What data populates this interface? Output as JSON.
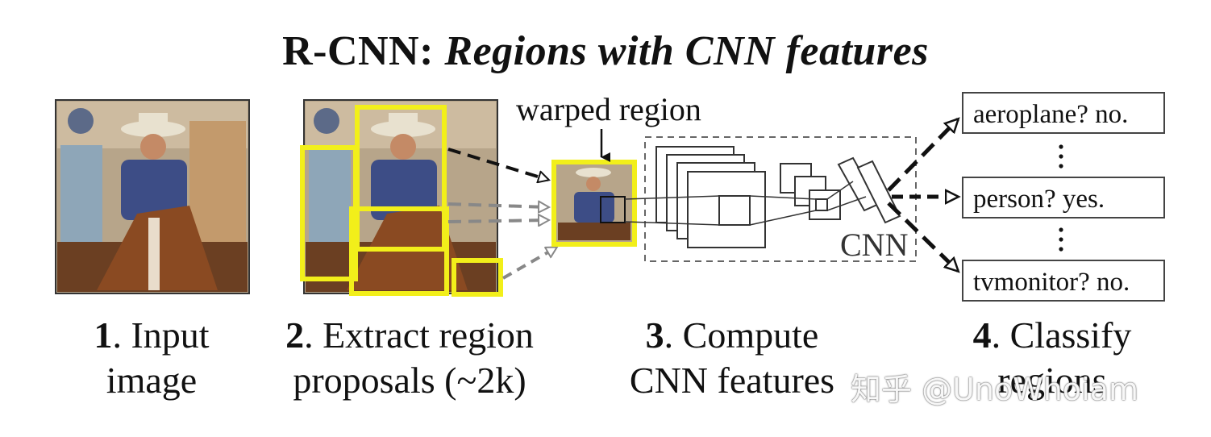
{
  "title": {
    "main": "R-CNN: ",
    "italic": "Regions with CNN features"
  },
  "warped_label": "warped region",
  "cnn_label": "CNN",
  "stages": [
    {
      "num": "1",
      "line1": ". Input",
      "line2": "image"
    },
    {
      "num": "2",
      "line1": ". Extract region",
      "line2": "proposals (~2k)"
    },
    {
      "num": "3",
      "line1": ". Compute",
      "line2": "CNN features"
    },
    {
      "num": "4",
      "line1": ". Classify",
      "line2": "regions"
    }
  ],
  "classes": [
    "aeroplane? no.",
    "person? yes.",
    "tvmonitor? no."
  ],
  "dots": "⋮",
  "watermark": "知乎 @UnoWhoiam",
  "colors": {
    "proposal": "#f2ef1a",
    "arrow": "#111111",
    "gray_arrow": "#888888"
  }
}
